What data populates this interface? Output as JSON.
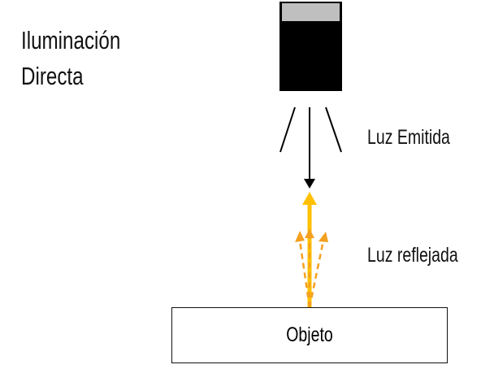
{
  "title_line1": "Iluminación",
  "title_line2": "Directa",
  "emitted_label": "Luz Emitida",
  "reflected_label": "Luz reflejada",
  "object_label": "Objeto",
  "colors": {
    "camera_body": "#000000",
    "camera_top": "#bfbfbf",
    "reflected_main": "#ffc000",
    "reflected_dashed": "#f4a020"
  }
}
